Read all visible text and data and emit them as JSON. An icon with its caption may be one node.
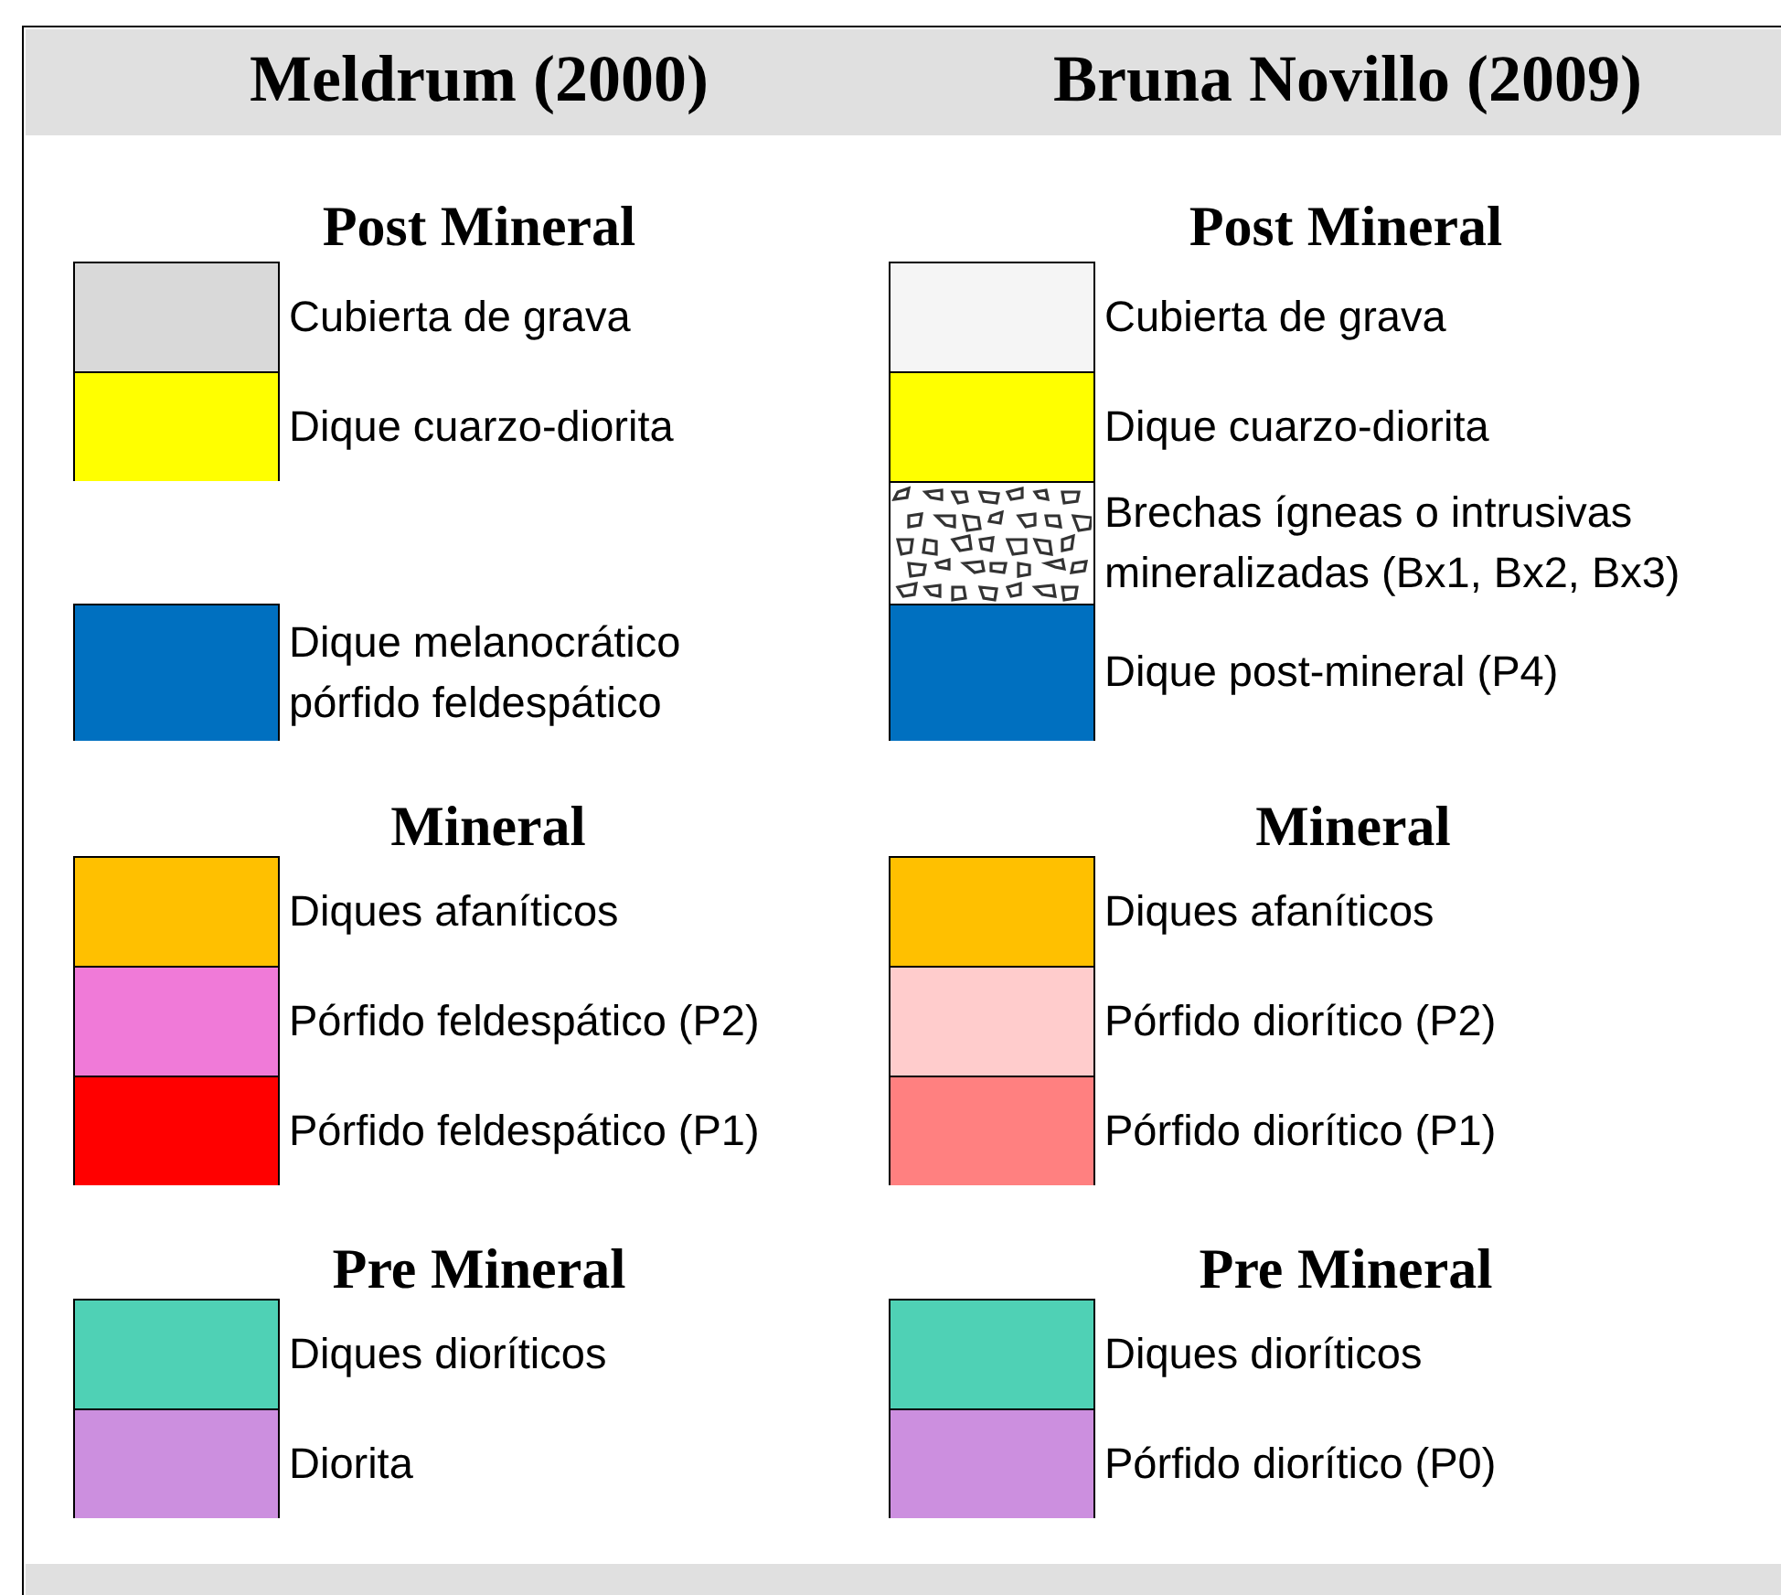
{
  "diagram": {
    "labels": [
      "Meldrum (2000)",
      "Bruna Novillo (2009)",
      "Post Mineral",
      "Post Mineral",
      "Mineral",
      "Mineral",
      "Pre Mineral",
      "Pre Mineral"
    ],
    "legend": [
      {
        "text": "Cubierta de grava",
        "color": "#d9d9d9"
      },
      {
        "text": "Dique cuarzo-diorita",
        "color": "#ffff00"
      },
      {
        "text": "Dique melanocrático pórfido feldespático",
        "color": "#0070c0"
      },
      {
        "text": "Diques afaníticos",
        "color": "#ffc000"
      },
      {
        "text": "Pórfido feldespático (P2)",
        "color": "#f07ad8"
      },
      {
        "text": "Pórfido feldespático (P1)",
        "color": "#ff0000"
      },
      {
        "text": "Diques dioríticos",
        "color": "#4fd1b5"
      },
      {
        "text": "Diorita",
        "color": "#cc8fdf"
      },
      {
        "text": "Cubierta de grava",
        "color": "#f5f5f5"
      },
      {
        "text": "Dique cuarzo-diorita",
        "color": "#ffff00"
      },
      {
        "text": "Brechas ígneas o intrusivas mineralizadas (Bx1, Bx2, Bx3)"
      },
      {
        "text": "Dique post-mineral (P4)",
        "color": "#0070c0"
      },
      {
        "text": "Diques afaníticos",
        "color": "#ffc000"
      },
      {
        "text": "Pórfido diorítico (P2)",
        "color": "#ffcccc"
      },
      {
        "text": "Pórfido diorítico (P1)",
        "color": "#ff8080"
      },
      {
        "text": "Diques dioríticos",
        "color": "#4fd1b5"
      },
      {
        "text": "Pórfido diorítico (P0)",
        "color": "#cc8fdf"
      }
    ]
  }
}
